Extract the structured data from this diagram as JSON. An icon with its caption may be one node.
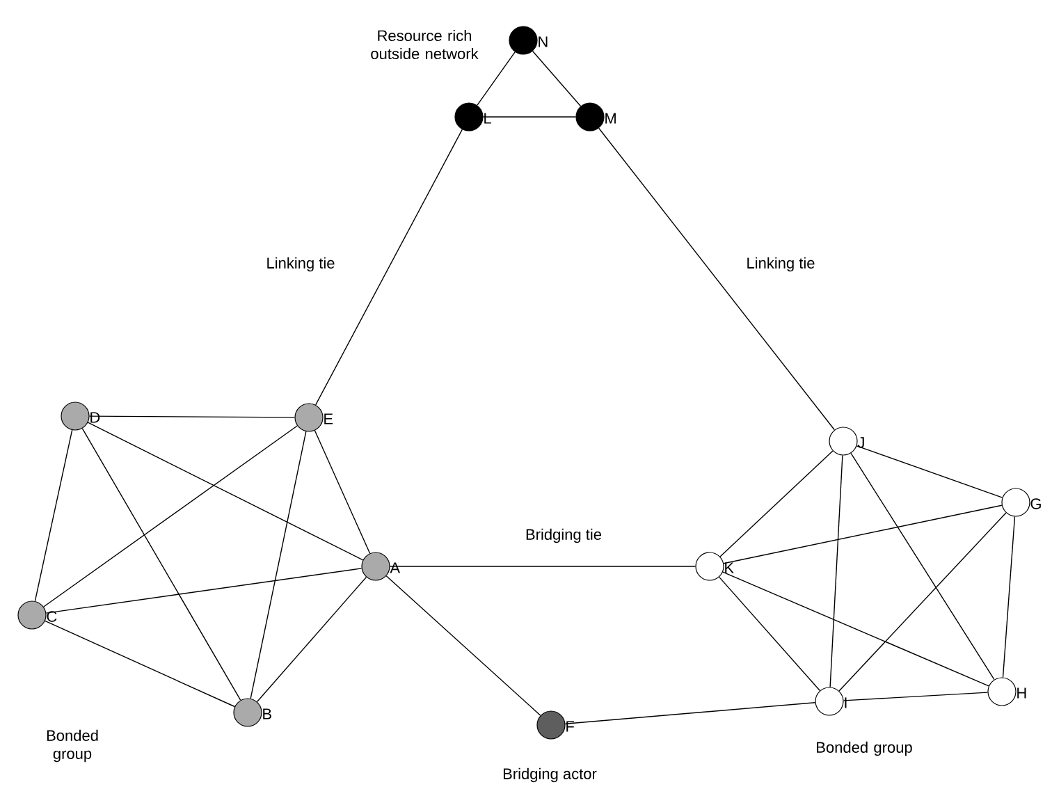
{
  "diagram": {
    "nodes": [
      {
        "text": [],
        "shape": "circle",
        "beside": [
          "N"
        ]
      },
      {
        "text": [],
        "shape": "circle",
        "beside": [
          "L"
        ]
      },
      {
        "text": [],
        "shape": "circle",
        "beside": [
          "M"
        ]
      },
      {
        "text": [],
        "shape": "circle",
        "beside": [
          "D"
        ]
      },
      {
        "text": [],
        "shape": "circle",
        "beside": [
          "E"
        ]
      },
      {
        "text": [],
        "shape": "circle",
        "beside": [
          "J"
        ]
      },
      {
        "text": [],
        "shape": "circle",
        "beside": [
          "G"
        ]
      },
      {
        "text": [],
        "shape": "circle",
        "beside": [
          "A"
        ]
      },
      {
        "text": [],
        "shape": "circle",
        "beside": [
          "K"
        ]
      },
      {
        "text": [],
        "shape": "circle",
        "beside": [
          "C"
        ]
      },
      {
        "text": [],
        "shape": "circle",
        "beside": [
          "I"
        ]
      },
      {
        "text": [],
        "shape": "circle",
        "beside": [
          "H"
        ]
      },
      {
        "text": [],
        "shape": "circle",
        "beside": [
          "B"
        ]
      },
      {
        "text": [],
        "shape": "circle",
        "beside": [
          "F",
          "Bridging actor"
        ]
      }
    ],
    "edges": [
      {
        "from": 0,
        "to": 1,
        "arrow": "none"
      },
      {
        "from": 0,
        "to": 2,
        "arrow": "none"
      },
      {
        "from": 1,
        "to": 2,
        "arrow": "none"
      },
      {
        "from": 1,
        "to": 4,
        "arrow": "none",
        "label": "Linking tie"
      },
      {
        "from": 2,
        "to": 5,
        "arrow": "none",
        "label": "Linking tie"
      },
      {
        "from": 3,
        "to": 4,
        "arrow": "none"
      },
      {
        "from": 3,
        "to": 9,
        "arrow": "none"
      },
      {
        "from": 3,
        "to": 12,
        "arrow": "none"
      },
      {
        "from": 3,
        "to": 7,
        "arrow": "none"
      },
      {
        "from": 4,
        "to": 9,
        "arrow": "none"
      },
      {
        "from": 4,
        "to": 12,
        "arrow": "none"
      },
      {
        "from": 4,
        "to": 7,
        "arrow": "none"
      },
      {
        "from": 9,
        "to": 7,
        "arrow": "none"
      },
      {
        "from": 9,
        "to": 12,
        "arrow": "none"
      },
      {
        "from": 7,
        "to": 12,
        "arrow": "none"
      },
      {
        "from": 7,
        "to": 8,
        "arrow": "none",
        "label": "Bridging tie"
      },
      {
        "from": 7,
        "to": 13,
        "arrow": "none"
      },
      {
        "from": 13,
        "to": 10,
        "arrow": "none"
      },
      {
        "from": 5,
        "to": 6,
        "arrow": "none"
      },
      {
        "from": 5,
        "to": 8,
        "arrow": "none"
      },
      {
        "from": 5,
        "to": 10,
        "arrow": "none"
      },
      {
        "from": 5,
        "to": 11,
        "arrow": "none"
      },
      {
        "from": 6,
        "to": 8,
        "arrow": "none"
      },
      {
        "from": 6,
        "to": 10,
        "arrow": "none"
      },
      {
        "from": 6,
        "to": 11,
        "arrow": "none"
      },
      {
        "from": 8,
        "to": 10,
        "arrow": "none"
      },
      {
        "from": 8,
        "to": 11,
        "arrow": "none"
      },
      {
        "from": 10,
        "to": 11,
        "arrow": "none"
      }
    ],
    "labels": [
      "Resource rich outside network",
      "Bonded group",
      "Bonded group"
    ]
  }
}
